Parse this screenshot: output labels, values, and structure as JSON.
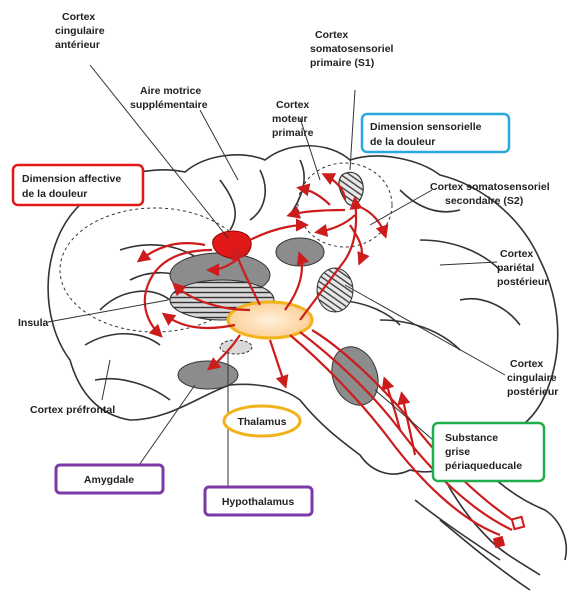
{
  "labels": {
    "cortex_cingulaire_anterieur": [
      "Cortex",
      "cingulaire",
      "antérieur"
    ],
    "aire_motrice": [
      "Aire motrice",
      "supplémentaire"
    ],
    "cortex_moteur": [
      "Cortex",
      "moteur",
      "primaire"
    ],
    "cortex_s1": [
      "Cortex",
      "somatosensoriel",
      "primaire (S1)"
    ],
    "cortex_s2": [
      "Cortex somatosensoriel",
      "secondaire (S2)"
    ],
    "cortex_parietal": [
      "Cortex",
      "pariétal",
      "postérieur"
    ],
    "cortex_cingulaire_posterieur": [
      "Cortex",
      "cingulaire",
      "postérieur"
    ],
    "insula": "Insula",
    "cortex_prefrontal": "Cortex préfrontal"
  },
  "boxes": {
    "affective": {
      "lines": [
        "Dimension affective",
        "de la douleur"
      ],
      "color": "#e01818"
    },
    "sensorielle": {
      "lines": [
        "Dimension sensorielle",
        "de la douleur"
      ],
      "color": "#29a8e0"
    },
    "thalamus": {
      "text": "Thalamus",
      "color": "#f2b21a"
    },
    "substance": {
      "lines": [
        "Substance",
        "grise",
        "périaqueducale"
      ],
      "color": "#1fae4b"
    },
    "amygdale": {
      "text": "Amygdale",
      "color": "#7b3aa6"
    },
    "hypothalamus": {
      "text": "Hypothalamus",
      "color": "#7b3aa6"
    }
  },
  "colors": {
    "pathway": "#cc1c1c",
    "gray_region": "#8c8c8c",
    "outline": "#333333",
    "thalamus_fill": "#fcd9a9"
  }
}
